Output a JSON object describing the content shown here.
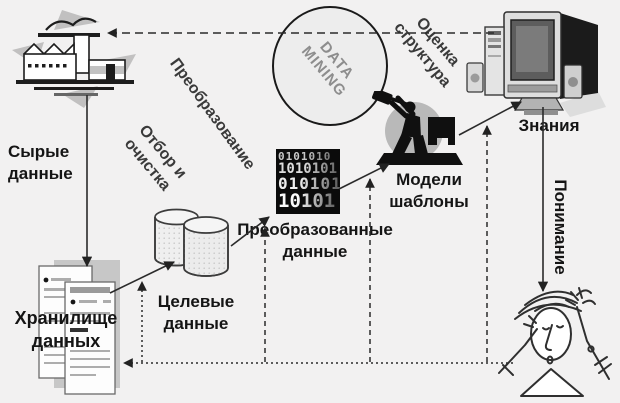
{
  "colors": {
    "background": "#f2f1f1",
    "line": "#2b2b2b",
    "circle_fill": "#ededed",
    "circle_text": "#8d8d8d",
    "binary_bg": "#0b0b0b",
    "label": "#151515"
  },
  "circle": {
    "label": "DATA\nMINING"
  },
  "stages": {
    "raw_data": "Сырые\nданные",
    "warehouse": "Хранилище\nданных",
    "target_data": "Целевые\nданные",
    "transformed_data": "Преобразованные\nданные",
    "models": "Модели\nшаблоны",
    "knowledge": "Знания",
    "understanding": "Понимание"
  },
  "processes": {
    "selection_cleaning": "Отбор и\nочистка",
    "transformation": "Преобразование",
    "evaluation": "Оценка\nструктура"
  },
  "binary": {
    "rows": [
      "0101010",
      "1010101",
      "010101",
      "10101"
    ]
  },
  "icons": {
    "raw_source": "factory-icon",
    "warehouse": "documents-stack-icon",
    "target_data": "database-cylinders-icon",
    "transformed_data": "binary-code-icon",
    "mining": "miner-with-hammer-icon",
    "knowledge": "desktop-computer-icon",
    "understanding": "person-thinking-icon",
    "process_bubble": "data-mining-circle"
  }
}
